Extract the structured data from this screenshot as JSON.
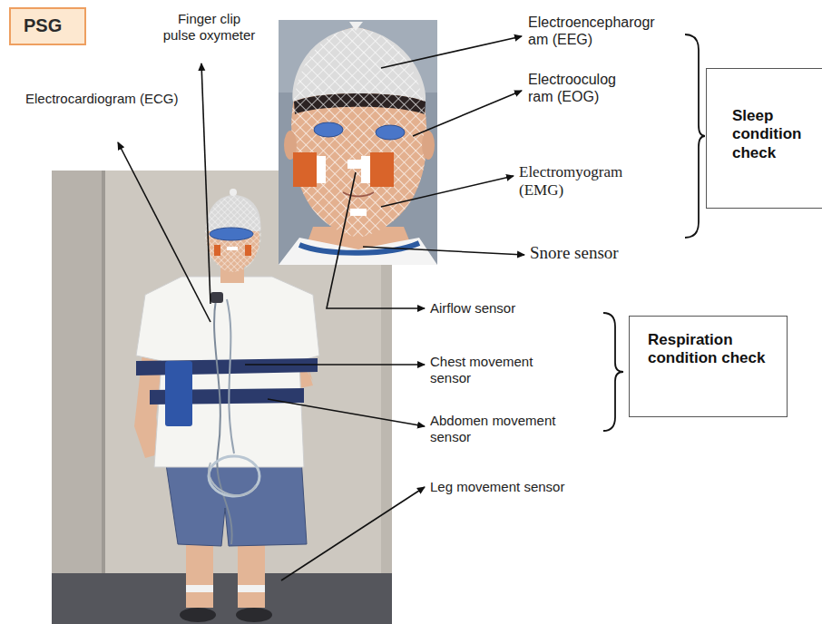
{
  "diagram": {
    "nodes": [
      {
        "text": [
          "PSG"
        ]
      },
      {
        "text": [
          "Sleep condition check"
        ]
      },
      {
        "text": [
          "Respiration condition check"
        ]
      }
    ],
    "labels": [
      "Finger clip pulse oxymeter",
      "Electrocardiogram (ECG)",
      "Electroencepharogr am (EEG)",
      "Electrooculog ram (EOG)",
      "Electromyogram (EMG)",
      "Snore sensor",
      "Airflow sensor",
      "Chest movement sensor",
      "Abdomen movement sensor",
      "Leg movement sensor"
    ]
  }
}
